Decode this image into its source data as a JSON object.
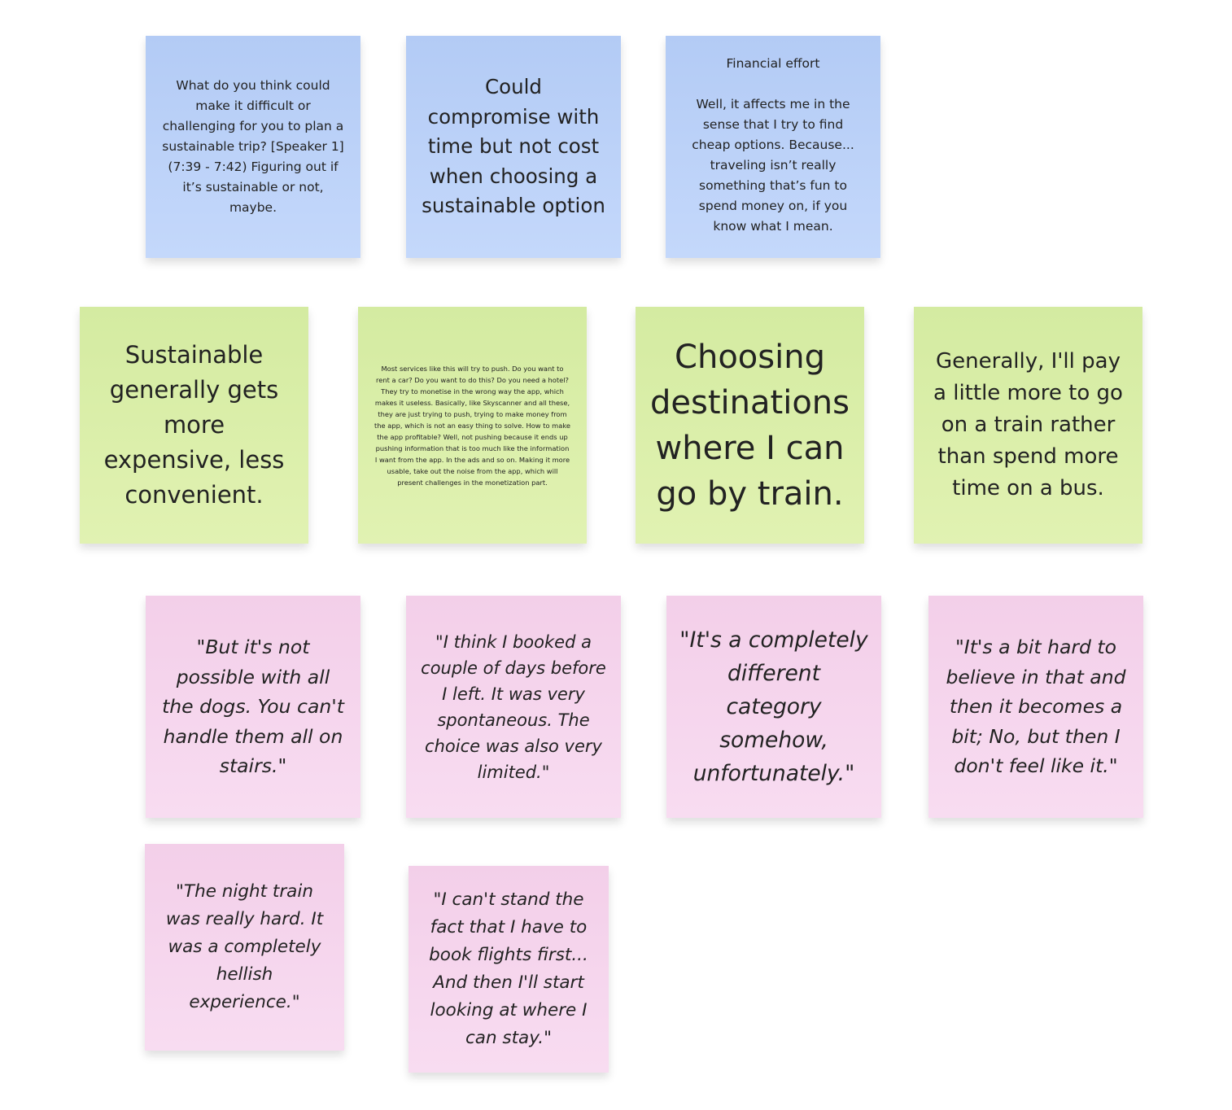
{
  "notes": {
    "blue": [
      {
        "text": "What do you think could make it difficult or challenging for you to plan a sustainable trip? [Speaker 1] (7:39 - 7:42) Figuring out if it’s sustainable or not, maybe."
      },
      {
        "text": "Could compromise with time but not cost when choosing a sustainable option"
      },
      {
        "text": "Financial effort\n\nWell, it affects me in the sense that I try to find cheap options. Because... traveling isn’t really something that’s fun to spend money on, if you know what I mean."
      }
    ],
    "green": [
      {
        "text": "Sustainable generally gets more expensive, less convenient."
      },
      {
        "text": "Most services like this will try to push. Do you want to rent a car? Do you want to do this? Do you need a hotel? They try to monetise in the wrong way the app, which makes it useless. Basically, like Skyscanner and all these, they are just trying to push, trying to make money from the app, which is not an easy thing to solve. How to make the app profitable? Well, not pushing because it ends up pushing information that is too much like the information I want from the app. In the ads and so on. Making it more usable, take out the noise from the app, which will present challenges in the monetization part."
      },
      {
        "text": "Choosing destinations where I can go by train."
      },
      {
        "text": "Generally, I'll pay a little more to go on a train rather than spend more time on a bus."
      }
    ],
    "pink": [
      {
        "text": "\"But it's not possible with all the dogs. You can't handle them all on stairs.\""
      },
      {
        "text": "\"I think I booked a couple of days before I left. It was very spontaneous. The choice was also very limited.\""
      },
      {
        "text": "\"It's a completely different category somehow, unfortunately.\""
      },
      {
        "text": "\"It's a bit hard to believe in that and then it becomes a bit; No, but then I don't feel like it.\""
      },
      {
        "text": "\"The night train was really hard. It was a completely hellish experience.\""
      },
      {
        "text": "\"I can't stand the fact that I have to book flights first... And then I'll start looking at where I can stay.\""
      }
    ]
  },
  "colors": {
    "blue": "#b9cff7",
    "green": "#d9eea8",
    "pink": "#f5d5ed"
  }
}
